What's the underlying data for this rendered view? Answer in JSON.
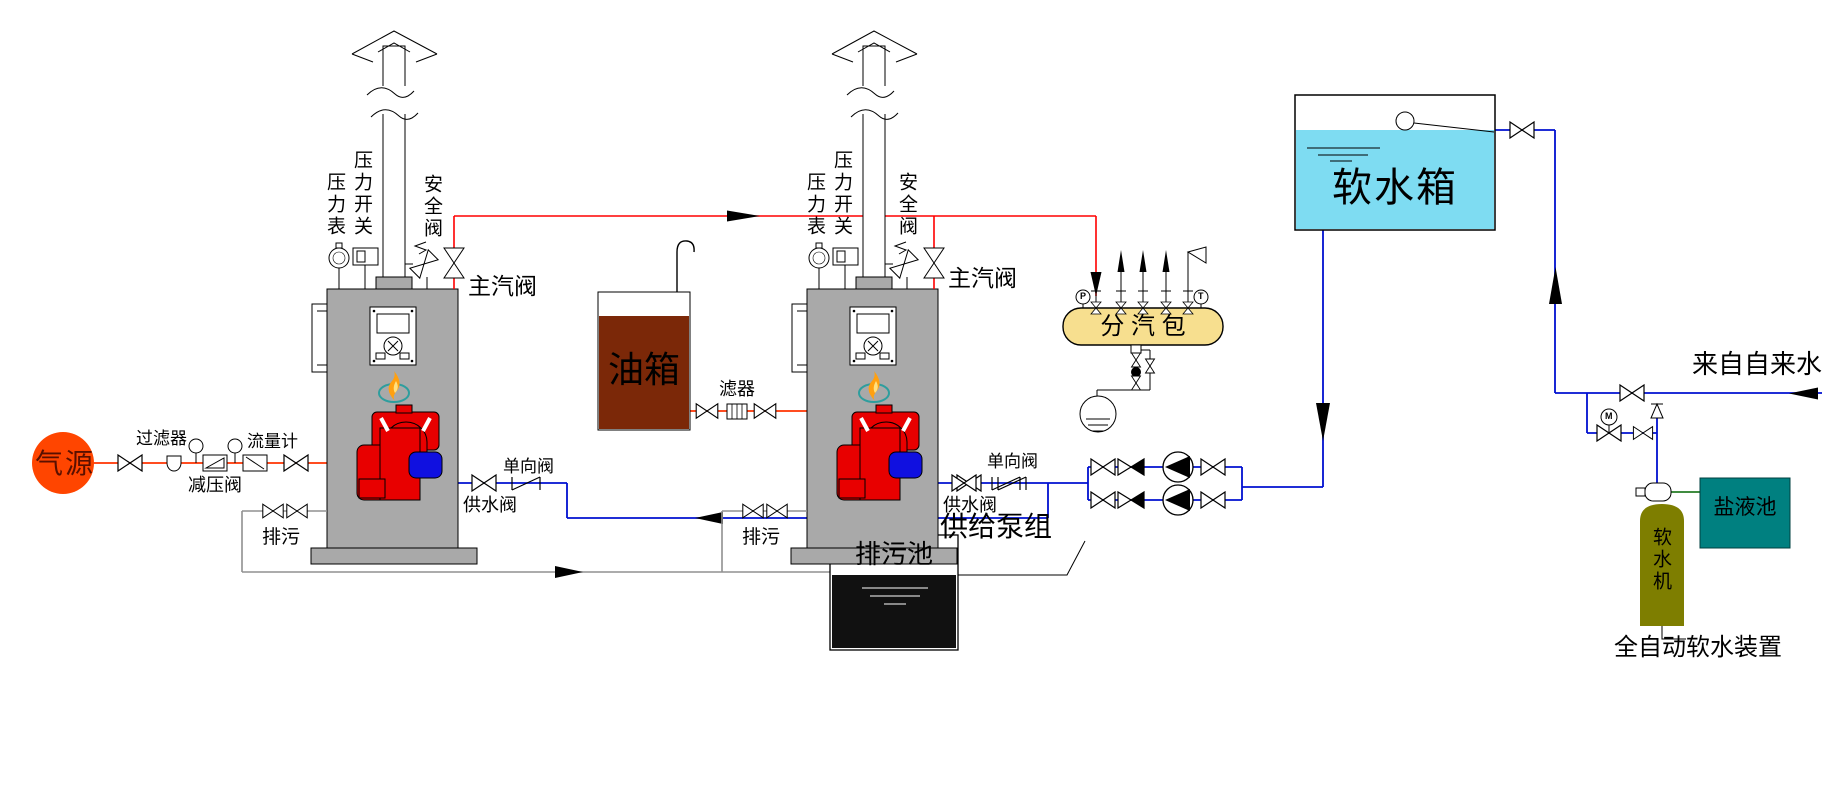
{
  "labels": {
    "gas_source": "气源",
    "inlet_filter": "过滤器",
    "flow_meter": "流量计",
    "pressure_reducer": "减压阀",
    "pressure_gauge": "压力表",
    "pressure_switch": "压力开关",
    "safety_valve": "安全阀",
    "main_steam_valve": "主汽阀",
    "blowdown": "排污",
    "feed_water_valve": "供水阀",
    "check_valve": "单向阀",
    "oil_tank": "油箱",
    "oil_filter": "滤器",
    "steam_header": "分 汽 包",
    "gauge_p": "P",
    "gauge_t": "T",
    "gauge_m": "M",
    "pump_group": "供给泵组",
    "blowdown_pool": "排污池",
    "soft_water_tank": "软水箱",
    "tap_water": "来自自来水",
    "water_softener": "软水机",
    "salt_tank": "盐液池",
    "softener_unit": "全自动软水装置"
  },
  "colors": {
    "gas_line": "#FF3300",
    "steam_line": "#FF0000",
    "water_line": "#0010D0",
    "blowdown_line": "#909090",
    "brine_line": "#006600",
    "boiler_gray": "#A9A9A9",
    "oil_tank_brown": "#7B2808",
    "header_yellow": "#F7DF8F",
    "tank_water_cyan": "#7EDCF2",
    "softener_olive": "#7E7E00",
    "salt_tank_teal": "#008080",
    "pool_black": "#111111",
    "gas_source_orange": "#FF4500",
    "burner_red": "#E80000",
    "motor_blue": "#1010E0"
  }
}
